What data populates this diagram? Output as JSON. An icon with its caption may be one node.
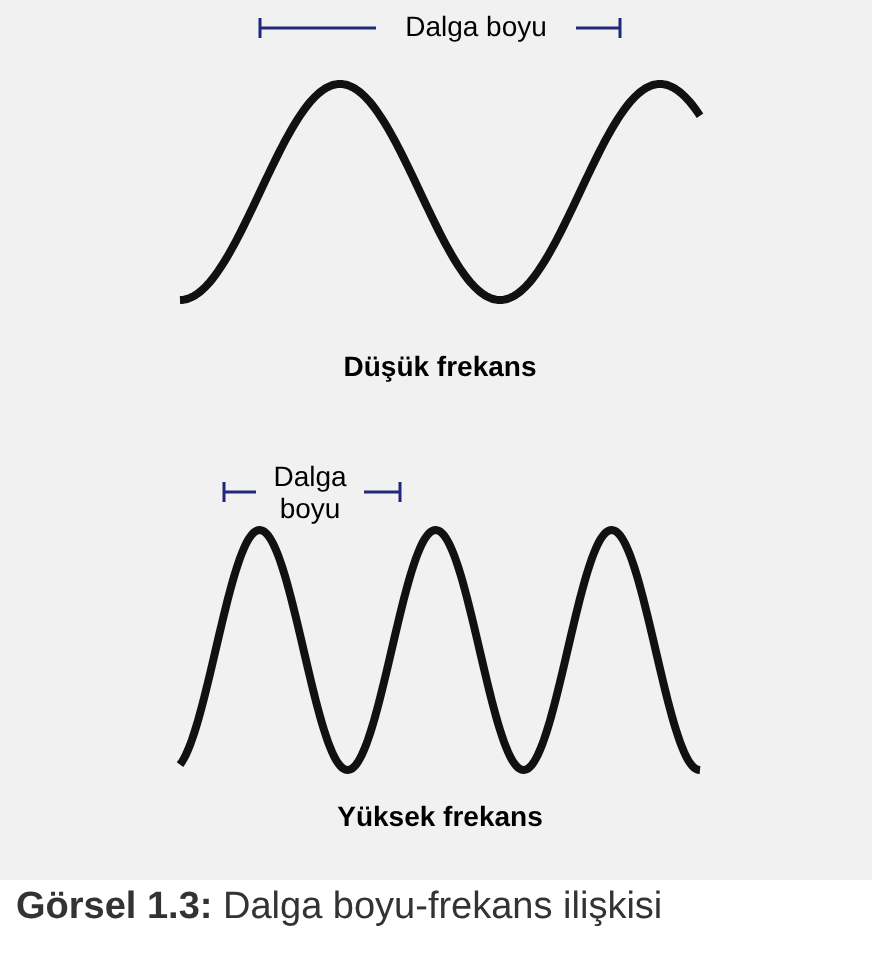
{
  "diagram": {
    "caption": "**Görsel 1.3:** Dalga boyu-frekans ilişkisi",
    "labels": [
      "Dalga boyu",
      "Düşük frekans",
      "Dalga boyu",
      "Yüksek frekans"
    ]
  }
}
